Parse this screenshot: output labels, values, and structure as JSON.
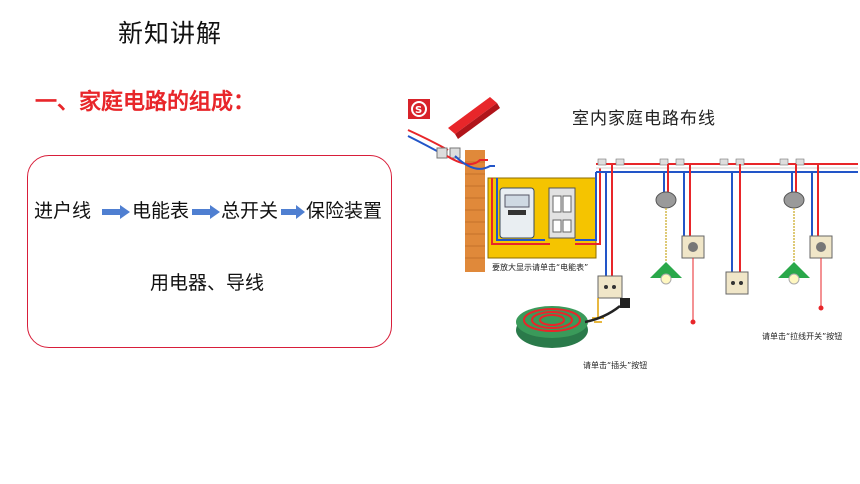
{
  "title": "新知讲解",
  "section_heading": "一、家庭电路的组成：",
  "flow": {
    "steps": [
      "进户线",
      "电能表",
      "总开关",
      "保险装置"
    ],
    "line2": "用电器、导线"
  },
  "diagram": {
    "title": "室内家庭电路布线",
    "caption_meter": "要放大显示请单击“电能表”",
    "caption_plug": "请单击“插头”按钮",
    "caption_pullswitch": "请单击“拉线开关”按钮",
    "logo_letter": "S",
    "colors": {
      "live_wire": "#e8262a",
      "neutral_wire": "#2255c8",
      "panel": "#f5c400",
      "brick": "#e0893a"
    }
  }
}
